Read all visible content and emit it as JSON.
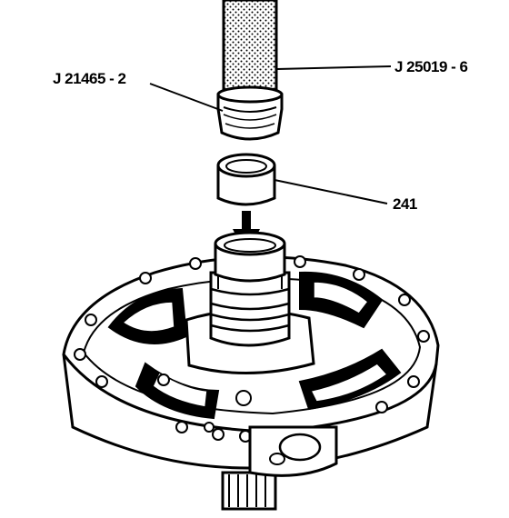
{
  "callouts": {
    "tool_left": "J 21465 - 2",
    "tool_right": "J 25019 - 6",
    "part": "241"
  }
}
